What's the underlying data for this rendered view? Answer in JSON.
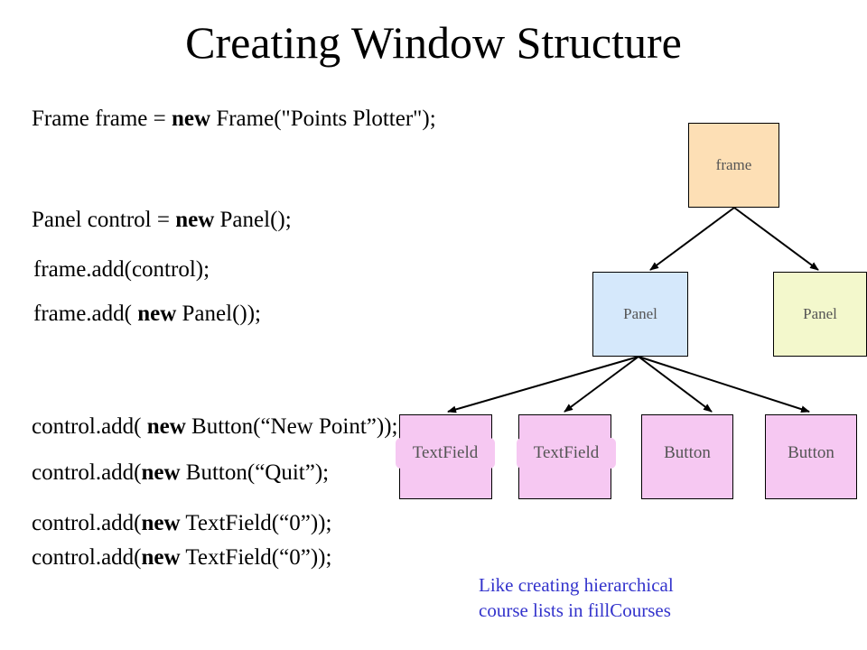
{
  "title": "Creating Window Structure",
  "code": {
    "frame_line": {
      "a": "Frame frame = ",
      "kw": "new",
      "b": " Frame(\"Points Plotter\");"
    },
    "panel_line": {
      "a": "Panel control = ",
      "kw": "new",
      "b": " Panel();"
    },
    "add_control": "frame.add(control);",
    "add_panel": {
      "a": "frame.add( ",
      "kw": "new",
      "b": " Panel());"
    },
    "add_button_newpoint": {
      "a": "control.add( ",
      "kw": "new",
      "b": " Button(“New Point”));"
    },
    "add_button_quit": {
      "a": "control.add(",
      "kw": "new",
      "b": " Button(“Quit”);"
    },
    "add_textfield_1": {
      "a": "control.add(",
      "kw": "new",
      "b": " TextField(“0”));"
    },
    "add_textfield_2": {
      "a": "control.add(",
      "kw": "new",
      "b": " TextField(“0”));"
    }
  },
  "tree": {
    "root": "frame",
    "panel_left": "Panel",
    "panel_right": "Panel",
    "leaves": [
      "TextField",
      "TextField",
      "Button",
      "Button"
    ]
  },
  "note": "Like creating hierarchical\ncourse lists in fillCourses",
  "colors": {
    "frame_fill": "#fddfb5",
    "panel_left_fill": "#d5e8fb",
    "panel_right_fill": "#f3f8cc",
    "leaf_fill": "#f6c8f2",
    "note_text": "#3333cc"
  }
}
